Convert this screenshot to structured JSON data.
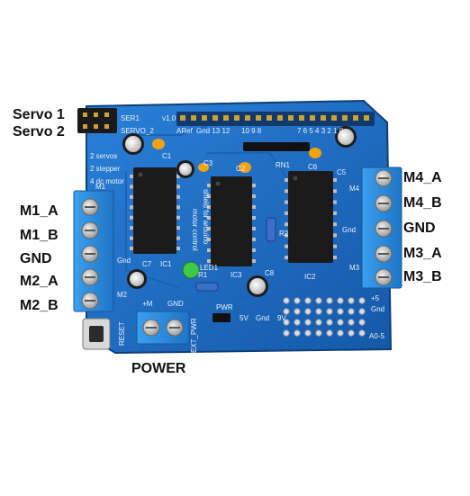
{
  "labels": {
    "servo1": "Servo 1",
    "servo2": "Servo 2",
    "m1a": "M1_A",
    "m1b": "M1_B",
    "gnd_left": "GND",
    "m2a": "M2_A",
    "m2b": "M2_B",
    "m4a": "M4_A",
    "m4b": "M4_B",
    "gnd_right": "GND",
    "m3a": "M3_A",
    "m3b": "M3_B",
    "power": "POWER"
  },
  "silkscreen": {
    "ser1": "SER1",
    "servo2": "SERVO_2",
    "version": "v1.0",
    "aref": "ARef",
    "pins_top": "Gnd 13 12",
    "pins_mid": "10 9 8",
    "pins_right": "7 6 5 4 3 2 1 0",
    "info1": "2 servos",
    "info2": "2 stepper",
    "info3": "4 dc motor",
    "motor_control": "motor control",
    "shield": "shield for arduino",
    "c1": "C1",
    "c2": "C2",
    "c3": "C3",
    "c5": "C5",
    "c6": "C6",
    "c7": "C7",
    "c8": "C8",
    "ic1": "IC1",
    "ic2": "IC2",
    "ic3": "IC3",
    "rn1": "RN1",
    "r1": "R1",
    "r2": "R2",
    "led1": "LED1",
    "m1": "M1",
    "m2": "M2",
    "m3": "M3",
    "m4": "M4",
    "gnd_m": "Gnd",
    "gnd_m2": "Gnd",
    "reset": "RESET",
    "ext_pwr": "EXT_PWR",
    "pwr": "PWR",
    "plus_m": "+M",
    "gnd_pwr": "GND",
    "v5": "5V",
    "gnd_v": "Gnd",
    "v9": "9V",
    "plus5": "+5",
    "gnd5": "Gnd",
    "a05": "A0-5"
  },
  "colors": {
    "pcb": "#1e6fc7",
    "pcb_dark": "#134f96",
    "terminal": "#2f8fe0",
    "chip": "#1b1b1b",
    "capacitor_orange": "#f2a20c",
    "led": "#3ec94a",
    "silk": "#e9f1ff"
  }
}
